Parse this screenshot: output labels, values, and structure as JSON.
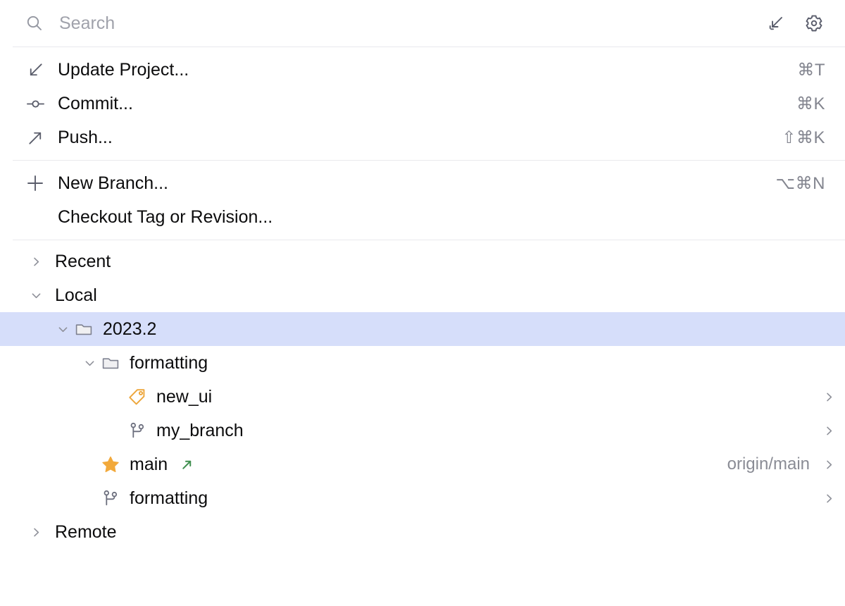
{
  "search": {
    "placeholder": "Search",
    "value": "",
    "icon": "search-icon"
  },
  "header": {
    "actions": [
      {
        "name": "update-project-icon",
        "icon": "arrow-down-left-icon"
      },
      {
        "name": "settings-icon",
        "icon": "gear-icon"
      }
    ]
  },
  "colors": {
    "selection": "#d6deFa",
    "separator": "#e9e9ed",
    "text": "#0c0c0d",
    "muted": "#8a8c95",
    "tag": "#eda63b",
    "star": "#f2a93b",
    "outgoing_arrow": "#3f8f4f"
  },
  "menu_groups": [
    {
      "name": "vcs-actions",
      "items": [
        {
          "icon": "arrow-down-left-icon",
          "label": "Update Project...",
          "shortcut": "⌘T"
        },
        {
          "icon": "commit-icon",
          "label": "Commit...",
          "shortcut": "⌘K"
        },
        {
          "icon": "arrow-up-right-icon",
          "label": "Push...",
          "shortcut": "⇧⌘K"
        }
      ]
    },
    {
      "name": "branch-actions",
      "items": [
        {
          "icon": "plus-icon",
          "label": "New Branch...",
          "shortcut": "⌥⌘N"
        },
        {
          "icon": "none",
          "label": "Checkout Tag or Revision...",
          "shortcut": ""
        }
      ]
    }
  ],
  "tree": [
    {
      "name": "recent",
      "label": "Recent",
      "twisty": "collapsed",
      "indent": 0,
      "icon": "none",
      "selected": false,
      "chevron": false,
      "tracking": "",
      "outgoing": false
    },
    {
      "name": "local",
      "label": "Local",
      "twisty": "expanded",
      "indent": 0,
      "icon": "none",
      "selected": false,
      "chevron": false,
      "tracking": "",
      "outgoing": false
    },
    {
      "name": "group-2023-2",
      "label": "2023.2",
      "twisty": "expanded",
      "indent": 1,
      "icon": "folder-icon",
      "selected": true,
      "chevron": false,
      "tracking": "",
      "outgoing": false
    },
    {
      "name": "group-formatting",
      "label": "formatting",
      "twisty": "expanded",
      "indent": 2,
      "icon": "folder-icon",
      "selected": false,
      "chevron": false,
      "tracking": "",
      "outgoing": false
    },
    {
      "name": "branch-new-ui",
      "label": "new_ui",
      "twisty": "none",
      "indent": 3,
      "icon": "tag-icon",
      "selected": false,
      "chevron": true,
      "tracking": "",
      "outgoing": false
    },
    {
      "name": "branch-my-branch",
      "label": "my_branch",
      "twisty": "none",
      "indent": 3,
      "icon": "branch-icon",
      "selected": false,
      "chevron": true,
      "tracking": "",
      "outgoing": false
    },
    {
      "name": "branch-main",
      "label": "main",
      "twisty": "none",
      "indent": 2,
      "icon": "star-icon",
      "selected": false,
      "chevron": true,
      "tracking": "origin/main",
      "outgoing": true
    },
    {
      "name": "branch-formatting",
      "label": "formatting",
      "twisty": "none",
      "indent": 2,
      "icon": "branch-icon",
      "selected": false,
      "chevron": true,
      "tracking": "",
      "outgoing": false
    },
    {
      "name": "remote",
      "label": "Remote",
      "twisty": "collapsed",
      "indent": 0,
      "icon": "none",
      "selected": false,
      "chevron": false,
      "tracking": "",
      "outgoing": false
    }
  ]
}
